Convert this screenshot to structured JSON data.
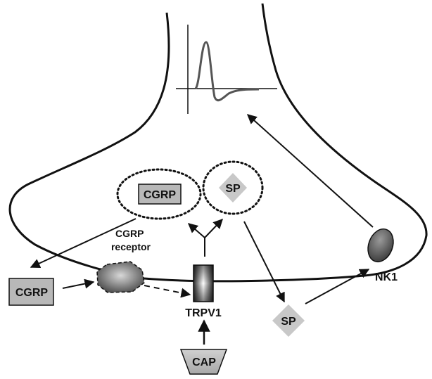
{
  "labels": {
    "cgrp_vesicle": "CGRP",
    "sp_vesicle": "SP",
    "cgrp_receptor_line1": "CGRP",
    "cgrp_receptor_line2": "receptor",
    "cgrp_outside": "CGRP",
    "trpv1": "TRPV1",
    "sp_outside": "SP",
    "nk1": "NK1",
    "cap": "CAP"
  },
  "colors": {
    "line": "#111111",
    "box_fill": "#b8b8b8",
    "diamond_fill": "#c8c8c8",
    "trace": "#555555"
  }
}
